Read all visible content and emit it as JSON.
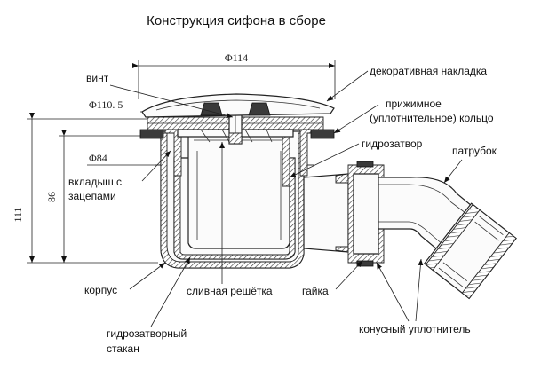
{
  "title": "Конструкция сифона в сборе",
  "dimensions": {
    "d114": "Φ114",
    "d110": "Φ110. 5",
    "d84": "Φ84",
    "h111": "111",
    "h86": "86"
  },
  "labels": {
    "vint": "винт",
    "dekor": "декоративная накладка",
    "prizhim1": "прижимное",
    "prizhim2": "(уплотнительное) кольцо",
    "gidrozatvor": "гидрозатвор",
    "patrubok": "патрубок",
    "vkladysh1": "вкладыш с",
    "vkladysh2": "зацепами",
    "korpus": "корпус",
    "reshetka": "сливная решётка",
    "gayka": "гайка",
    "stakan1": "гидрозатворный",
    "stakan2": "стакан",
    "konus": "конусный уплотнитель"
  },
  "colors": {
    "line": "#222222",
    "background": "#ffffff"
  }
}
